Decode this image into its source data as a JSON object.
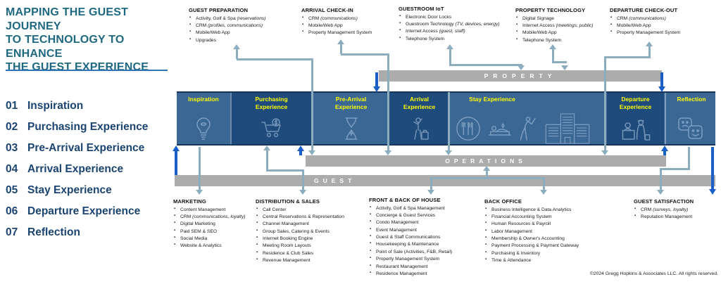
{
  "colors": {
    "title_teal": "#1E6880",
    "list_navy": "#1B4470",
    "navy_block_dark": "#1F4B7C",
    "navy_block_light": "#3B6795",
    "stage_label_yellow": "#FFFF00",
    "connector_teal": "#8CADBE",
    "arrow_blue": "#1A5FC8",
    "band_bar_gray": "#ACACAC"
  },
  "title": {
    "lines": [
      "MAPPING THE GUEST JOURNEY",
      "TO TECHNOLOGY TO ENHANCE",
      "THE GUEST EXPERIENCE"
    ]
  },
  "journey_steps": [
    {
      "num": "01",
      "label": "Inspiration"
    },
    {
      "num": "02",
      "label": "Purchasing Experience"
    },
    {
      "num": "03",
      "label": "Pre-Arrival Experience"
    },
    {
      "num": "04",
      "label": "Arrival Experience"
    },
    {
      "num": "05",
      "label": "Stay Experience"
    },
    {
      "num": "06",
      "label": "Departure Experience"
    },
    {
      "num": "07",
      "label": "Reflection"
    }
  ],
  "top_callouts": [
    {
      "title": "GUEST PREPARATION",
      "items": [
        "Activity, Golf & Spa *(reservations)*",
        "CRM *(profiles, communications)*",
        "Mobile/Web App",
        "Upgrades"
      ]
    },
    {
      "title": "ARRIVAL CHECK-IN",
      "items": [
        "CRM *(communications)*",
        "Mobile/Web App",
        "Property Management System"
      ]
    },
    {
      "title": "GUESTROOM IoT",
      "items": [
        "Electronic Door Locks",
        "Guestroom Technology *(TV, devices, energy)*",
        "Internet Access *(guest, staff)*",
        "Telephone System"
      ]
    },
    {
      "title": "PROPERTY TECHNOLOGY",
      "items": [
        "Digital Signage",
        "Internet Access *(meetings, public)*",
        "Mobile/Web App",
        "Telephone System"
      ]
    },
    {
      "title": "DEPARTURE CHECK-OUT",
      "items": [
        "CRM *(communications)*",
        "Mobile/Web App",
        "Property Management System"
      ]
    }
  ],
  "stages": [
    {
      "label": "Inspiration",
      "icons": [
        "lightbulb-icon"
      ]
    },
    {
      "label": "Purchasing Experience",
      "icons": [
        "shopping-cart-icon"
      ]
    },
    {
      "label": "Pre-Arrival Experience",
      "icons": [
        "hourglass-icon"
      ]
    },
    {
      "label": "Arrival Experience",
      "icons": [
        "traveler-icon"
      ]
    },
    {
      "label": "Stay Experience",
      "icons": [
        "dining-icon",
        "spa-icon",
        "golf-icon",
        "resort-icon"
      ]
    },
    {
      "label": "Departure Experience",
      "icons": [
        "front-desk-icon"
      ]
    },
    {
      "label": "Reflection",
      "icons": [
        "feedback-masks-icon"
      ]
    }
  ],
  "bands": {
    "property": "PROPERTY",
    "operations": "OPERATIONS",
    "guest": "GUEST"
  },
  "bottom_callouts": [
    {
      "title": "MARKETING",
      "items": [
        "Content Management",
        "CRM *(communications, loyalty)*",
        "Digital Marketing",
        "Paid SEM & SEO",
        "Social Media",
        "Website & Analytics"
      ]
    },
    {
      "title": "DISTRIBUTION & SALES",
      "items": [
        "Call Center",
        "Central Reservations & Representation",
        "Channel Management",
        "Group Sales, Catering & Events",
        "Internet Booking Engine",
        "Meeting Room Layouts",
        "Residence & Club Sales",
        "Revenue Management"
      ]
    },
    {
      "title": "FRONT & BACK OF HOUSE",
      "items": [
        "Activity, Golf & Spa Management",
        "Concierge & Guest Services",
        "Condo Management",
        "Event Management",
        "Guest & Staff Communications",
        "Housekeeping & Maintenance",
        "Point of Sale (Activities, F&B, Retail)",
        "Property Management System",
        "Restaurant Management",
        "Residence Management"
      ]
    },
    {
      "title": "BACK OFFICE",
      "items": [
        "Business Intelligence & Data Analytics",
        "Financial Accounting System",
        "Human Resources & Payroll",
        "Labor Management",
        "Membership & Owner's Accounting",
        "Payment Processing & Payment Gateway",
        "Purchasing & Inventory",
        "Time & Attendance"
      ]
    },
    {
      "title": "GUEST SATISFACTION",
      "items": [
        "CRM *(surveys, loyalty)*",
        "Reputation Management"
      ]
    }
  ],
  "footer": {
    "copyright": "©2024 Gregg Hopkins & Associates LLC.  All rights reserved."
  }
}
